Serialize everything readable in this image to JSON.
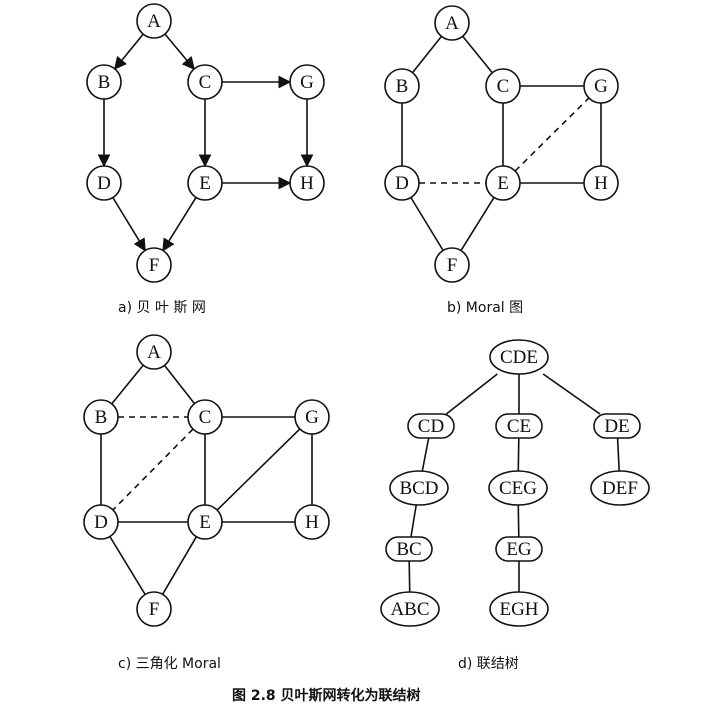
{
  "panels": {
    "a": {
      "caption": "a)  贝 叶 斯 网",
      "nodes": [
        "A",
        "B",
        "C",
        "D",
        "E",
        "F",
        "G",
        "H"
      ],
      "edges": [
        {
          "from": "A",
          "to": "B",
          "style": "arrow"
        },
        {
          "from": "A",
          "to": "C",
          "style": "arrow"
        },
        {
          "from": "B",
          "to": "D",
          "style": "arrow"
        },
        {
          "from": "C",
          "to": "E",
          "style": "arrow"
        },
        {
          "from": "C",
          "to": "G",
          "style": "arrow"
        },
        {
          "from": "G",
          "to": "H",
          "style": "arrow"
        },
        {
          "from": "E",
          "to": "H",
          "style": "arrow"
        },
        {
          "from": "D",
          "to": "F",
          "style": "arrow"
        },
        {
          "from": "E",
          "to": "F",
          "style": "arrow"
        }
      ]
    },
    "b": {
      "caption": "b)   Moral  图",
      "nodes": [
        "A",
        "B",
        "C",
        "D",
        "E",
        "F",
        "G",
        "H"
      ],
      "edges": [
        {
          "from": "A",
          "to": "B",
          "style": "solid"
        },
        {
          "from": "A",
          "to": "C",
          "style": "solid"
        },
        {
          "from": "B",
          "to": "D",
          "style": "solid"
        },
        {
          "from": "C",
          "to": "E",
          "style": "solid"
        },
        {
          "from": "C",
          "to": "G",
          "style": "solid"
        },
        {
          "from": "G",
          "to": "H",
          "style": "solid"
        },
        {
          "from": "E",
          "to": "H",
          "style": "solid"
        },
        {
          "from": "D",
          "to": "F",
          "style": "solid"
        },
        {
          "from": "E",
          "to": "F",
          "style": "solid"
        },
        {
          "from": "D",
          "to": "E",
          "style": "dashed"
        },
        {
          "from": "E",
          "to": "G",
          "style": "dashed"
        }
      ]
    },
    "c": {
      "caption": "c)   三角化  Moral",
      "nodes": [
        "A",
        "B",
        "C",
        "D",
        "E",
        "F",
        "G",
        "H"
      ],
      "edges": [
        {
          "from": "A",
          "to": "B",
          "style": "solid"
        },
        {
          "from": "A",
          "to": "C",
          "style": "solid"
        },
        {
          "from": "B",
          "to": "D",
          "style": "solid"
        },
        {
          "from": "C",
          "to": "E",
          "style": "solid"
        },
        {
          "from": "C",
          "to": "G",
          "style": "solid"
        },
        {
          "from": "G",
          "to": "H",
          "style": "solid"
        },
        {
          "from": "E",
          "to": "H",
          "style": "solid"
        },
        {
          "from": "D",
          "to": "F",
          "style": "solid"
        },
        {
          "from": "E",
          "to": "F",
          "style": "solid"
        },
        {
          "from": "D",
          "to": "E",
          "style": "solid"
        },
        {
          "from": "E",
          "to": "G",
          "style": "solid"
        },
        {
          "from": "B",
          "to": "C",
          "style": "dashed"
        },
        {
          "from": "C",
          "to": "D",
          "style": "dashed"
        }
      ]
    },
    "d": {
      "caption": "d)  联结树",
      "cliques": [
        "CDE",
        "BCD",
        "ABC",
        "CEG",
        "EGH",
        "DEF"
      ],
      "separators": [
        "CD",
        "CE",
        "DE",
        "BC",
        "EG"
      ],
      "edges": [
        {
          "from": "CDE",
          "to": "CD"
        },
        {
          "from": "CDE",
          "to": "CE"
        },
        {
          "from": "CDE",
          "to": "DE"
        },
        {
          "from": "CD",
          "to": "BCD"
        },
        {
          "from": "BCD",
          "to": "BC"
        },
        {
          "from": "BC",
          "to": "ABC"
        },
        {
          "from": "CE",
          "to": "CEG"
        },
        {
          "from": "CEG",
          "to": "EG"
        },
        {
          "from": "EG",
          "to": "EGH"
        },
        {
          "from": "DE",
          "to": "DEF"
        }
      ]
    }
  },
  "figure_caption": "图 2.8    贝叶斯网转化为联结树"
}
